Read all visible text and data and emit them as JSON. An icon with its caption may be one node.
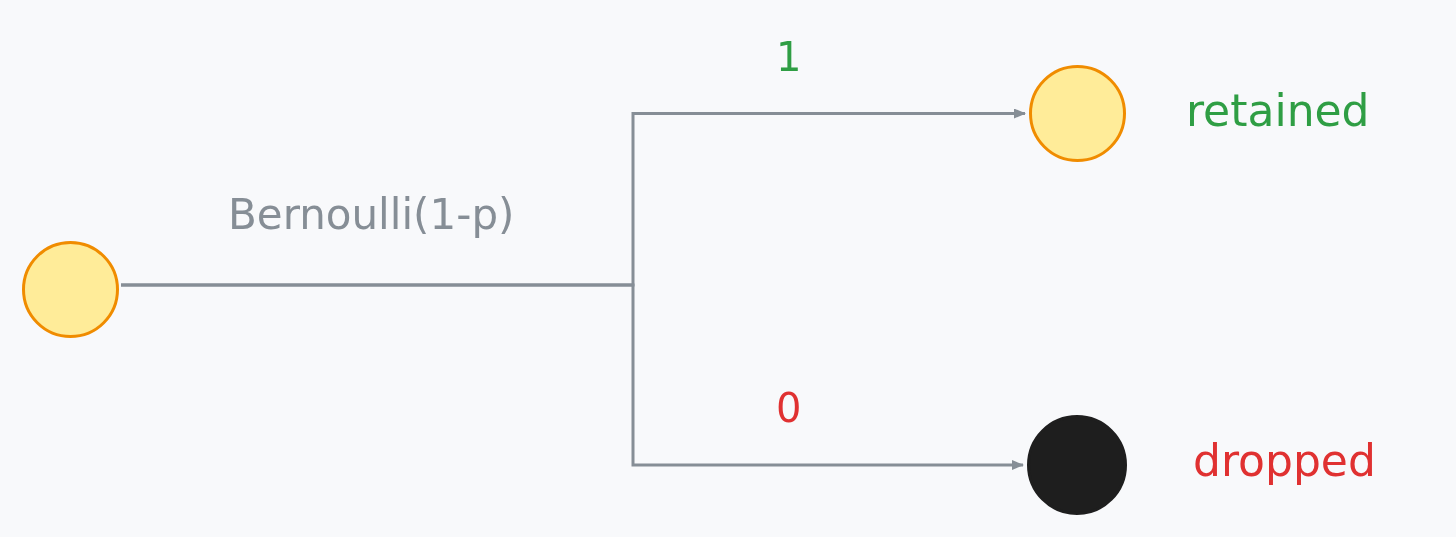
{
  "diagram": {
    "nodes": [
      {
        "text": [],
        "shape": "circle"
      },
      {
        "text": [],
        "shape": "circle",
        "beside": [
          "retained"
        ]
      },
      {
        "text": [],
        "shape": "circle",
        "beside": [
          "dropped"
        ]
      }
    ],
    "edges": [
      {
        "from": 0,
        "to": 1,
        "arrow": "to",
        "label": "1"
      },
      {
        "from": 0,
        "to": 2,
        "arrow": "to",
        "label": "0"
      }
    ],
    "labels": [
      "Bernoulli(1-p)"
    ]
  }
}
